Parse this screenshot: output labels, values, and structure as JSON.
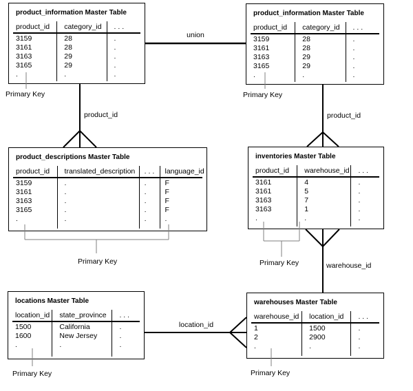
{
  "diagram": {
    "background": "#ffffff",
    "line_color": "#000000",
    "pk_line_color": "#7f7f7f"
  },
  "labels": {
    "union": "union",
    "product_id_left": "product_id",
    "product_id_right": "product_id",
    "warehouse_id": "warehouse_id",
    "location_id": "location_id",
    "primary_key": "Primary Key"
  },
  "tables": {
    "product_information_left": {
      "title": "product_information Master Table",
      "columns": [
        "product_id",
        "category_id",
        ". . ."
      ],
      "rows": [
        [
          "3159",
          "28",
          "."
        ],
        [
          "3161",
          "28",
          "."
        ],
        [
          "3163",
          "29",
          "."
        ],
        [
          "3165",
          "29",
          "."
        ],
        [
          ".",
          ".",
          "."
        ]
      ]
    },
    "product_information_right": {
      "title": "product_information Master Table",
      "columns": [
        "product_id",
        "category_id",
        ". . ."
      ],
      "rows": [
        [
          "3159",
          "28",
          "."
        ],
        [
          "3161",
          "28",
          "."
        ],
        [
          "3163",
          "29",
          "."
        ],
        [
          "3165",
          "29",
          "."
        ],
        [
          ".",
          ".",
          "."
        ]
      ]
    },
    "product_descriptions": {
      "title": "product_descriptions Master Table",
      "columns": [
        "product_id",
        "translated_description",
        ". . .",
        "language_id"
      ],
      "rows": [
        [
          "3159",
          ".",
          ".",
          "F"
        ],
        [
          "3161",
          ".",
          ".",
          "F"
        ],
        [
          "3163",
          ".",
          ".",
          "F"
        ],
        [
          "3165",
          ".",
          ".",
          "F"
        ],
        [
          ".",
          ".",
          ".",
          "."
        ]
      ]
    },
    "inventories": {
      "title": "inventories Master Table",
      "columns": [
        "product_id",
        "warehouse_id",
        ". . ."
      ],
      "rows": [
        [
          "3161",
          "4",
          "."
        ],
        [
          "3161",
          "5",
          "."
        ],
        [
          "3163",
          "7",
          "."
        ],
        [
          "3163",
          "1",
          "."
        ],
        [
          ".",
          ".",
          "."
        ]
      ]
    },
    "locations": {
      "title": "locations Master Table",
      "columns": [
        "location_id",
        "state_province",
        ". . ."
      ],
      "rows": [
        [
          "1500",
          "California",
          "."
        ],
        [
          "1600",
          "New Jersey",
          "."
        ],
        [
          ".",
          ".",
          "."
        ]
      ]
    },
    "warehouses": {
      "title": "warehouses Master Table",
      "columns": [
        "warehouse_id",
        "location_id",
        ". . ."
      ],
      "rows": [
        [
          "1",
          "1500",
          "."
        ],
        [
          "2",
          "2900",
          "."
        ],
        [
          ".",
          ".",
          "."
        ]
      ]
    }
  }
}
